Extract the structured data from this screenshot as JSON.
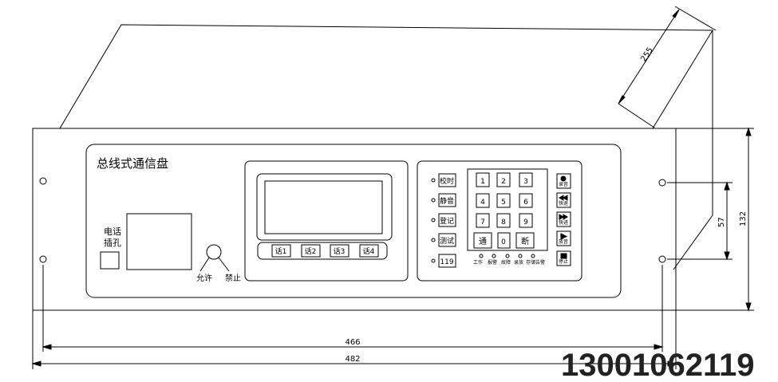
{
  "panel": {
    "title": "总线式通信盘",
    "phone_jack_label_line1": "电话",
    "phone_jack_label_line2": "插孔",
    "allow_label": "允许",
    "forbid_label": "禁止"
  },
  "lcd_buttons": [
    "话1",
    "话2",
    "话3",
    "话4"
  ],
  "function_keys": [
    "校时",
    "静音",
    "登记",
    "测试",
    "119"
  ],
  "keypad": [
    "1",
    "2",
    "3",
    "4",
    "5",
    "6",
    "7",
    "8",
    "9",
    "通",
    "0",
    "断"
  ],
  "media_keys": [
    "录音",
    "快退",
    "快进",
    "放音",
    "停止"
  ],
  "indicator_labels": [
    "工作",
    "报警",
    "故障",
    "录放",
    "存储告警"
  ],
  "dimensions": {
    "depth": "255",
    "hole_spacing": "57",
    "height": "132",
    "inner_width": "466",
    "outer_width": "482"
  },
  "phone_number": "13001062119"
}
